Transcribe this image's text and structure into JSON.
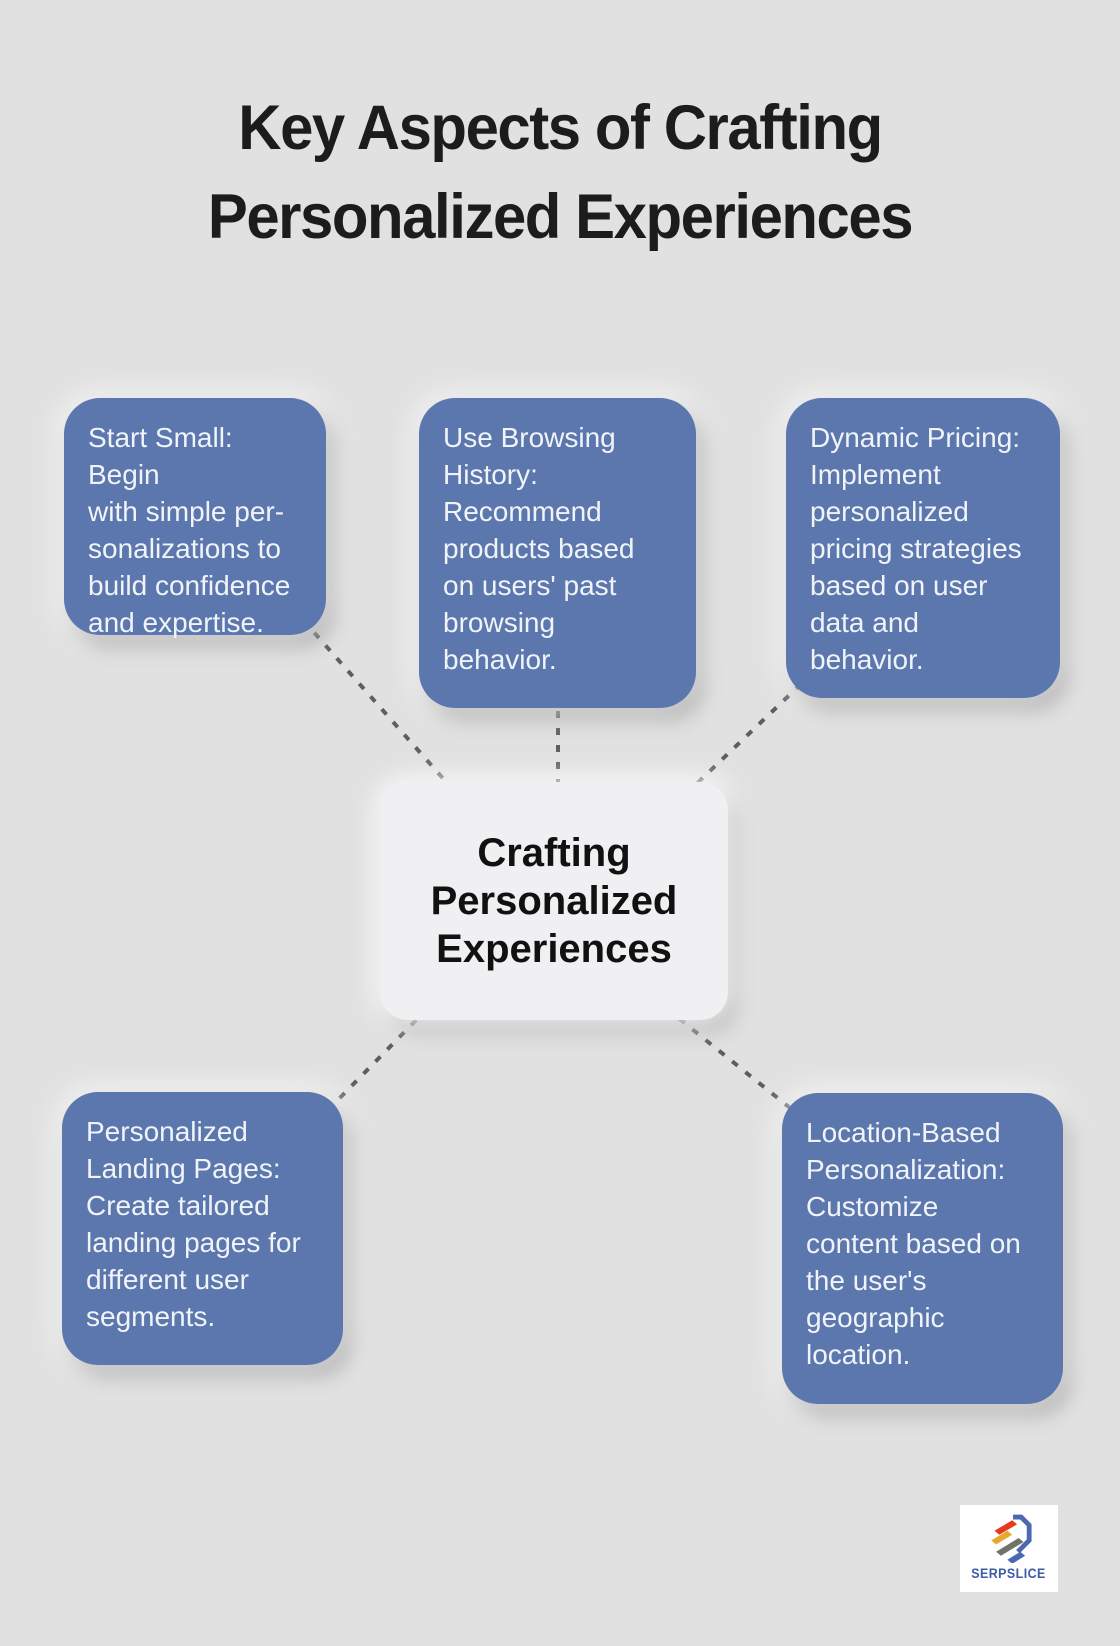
{
  "title": "Key Aspects of Crafting\nPersonalized Experiences",
  "center": {
    "label": "Crafting\nPersonalized\nExperiences"
  },
  "nodes": [
    {
      "id": "start-small",
      "text": "Start Small: Begin\nwith simple per-\nsonalizations to\nbuild confidence\nand expertise."
    },
    {
      "id": "use-browsing-history",
      "text": "Use Browsing\nHistory:\nRecommend\nproducts based\non users' past\nbrowsing\nbehavior."
    },
    {
      "id": "dynamic-pricing",
      "text": "Dynamic Pricing:\nImplement\npersonalized\npricing strategies\nbased on user\ndata and\nbehavior."
    },
    {
      "id": "personalized-landing-pages",
      "text": "Personalized\nLanding Pages:\nCreate tailored\nlanding pages for\ndifferent user\nsegments."
    },
    {
      "id": "location-based-personalization",
      "text": "Location-Based\nPersonalization:\nCustomize\ncontent based on\nthe user's\ngeographic\nlocation."
    }
  ],
  "logo": {
    "text": "SERPSLICE"
  },
  "colors": {
    "background": "#e1e1e1",
    "node_blue": "#5b77ad",
    "node_text": "#f0f4f8",
    "center_bg": "#f0f0f2",
    "connector_gray": "#5e5e5e",
    "title_black": "#1c1c1c",
    "logo_blue": "#3c5ca8",
    "logo_red": "#e63a1f",
    "logo_yellow": "#e7a92d",
    "logo_gray": "#6e7568"
  }
}
